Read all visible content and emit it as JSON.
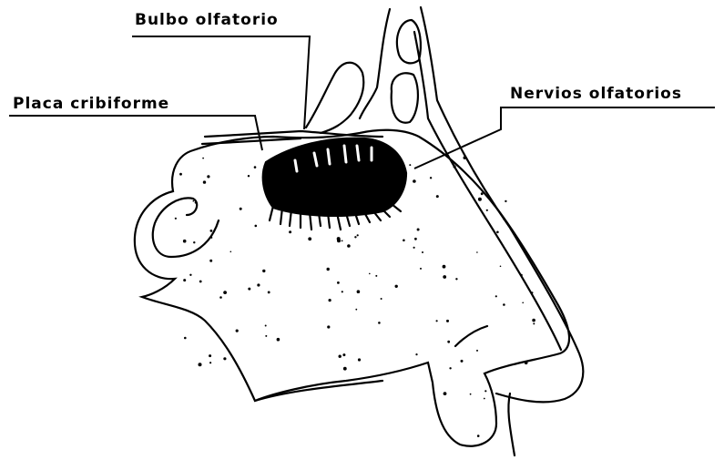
{
  "labels": {
    "bulbo": "Bulbo olfatorio",
    "placa": "Placa cribiforme",
    "nervios": "Nervios olfatorios"
  },
  "colors": {
    "ink": "#000000",
    "paper": "#ffffff"
  }
}
